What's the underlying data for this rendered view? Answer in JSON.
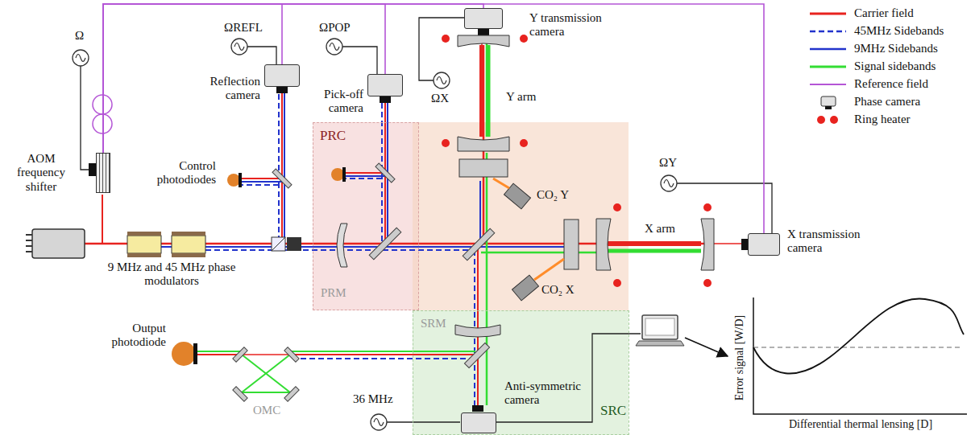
{
  "diagram": {
    "nodes": [
      {
        "text": [
          "PRC"
        ]
      },
      {
        "text": [
          "SRC"
        ]
      },
      {
        "text": [
          "AOM frequency shifter"
        ]
      },
      {
        "text": [
          "Reflection camera"
        ]
      },
      {
        "text": [
          "Pick-off camera"
        ]
      },
      {
        "text": [
          "Y transmission camera"
        ]
      },
      {
        "text": [
          "X transmission camera"
        ]
      },
      {
        "text": [
          "Anti-symmetric camera"
        ],
        "in": 1
      }
    ],
    "edges": [
      {
        "from": 2,
        "to": 3,
        "arrow": "none"
      },
      {
        "from": 2,
        "to": 4,
        "arrow": "none"
      },
      {
        "from": 2,
        "to": 5,
        "arrow": "none"
      },
      {
        "from": 2,
        "to": 6,
        "arrow": "none"
      }
    ],
    "labels": [
      "Ω",
      "ΩREFL",
      "ΩPOP",
      "ΩX",
      "ΩY",
      "36 MHz",
      "Control photodiodes",
      "9 MHz and 45 MHz phase modulators",
      "PRM",
      "SRM",
      "Y arm",
      "X arm",
      "CO₂ Y",
      "CO₂ X",
      "OMC",
      "Output photodiode",
      "Error signal [W/D]",
      "Differential thermal lensing [D]"
    ],
    "legend": [
      {
        "text": "Carrier field"
      },
      {
        "text": "45MHz Sidebands"
      },
      {
        "text": "9MHz Sidebands"
      },
      {
        "text": "Signal sidebands"
      },
      {
        "text": "Reference field"
      },
      {
        "text": "Phase camera"
      },
      {
        "text": "Ring heater"
      }
    ]
  }
}
